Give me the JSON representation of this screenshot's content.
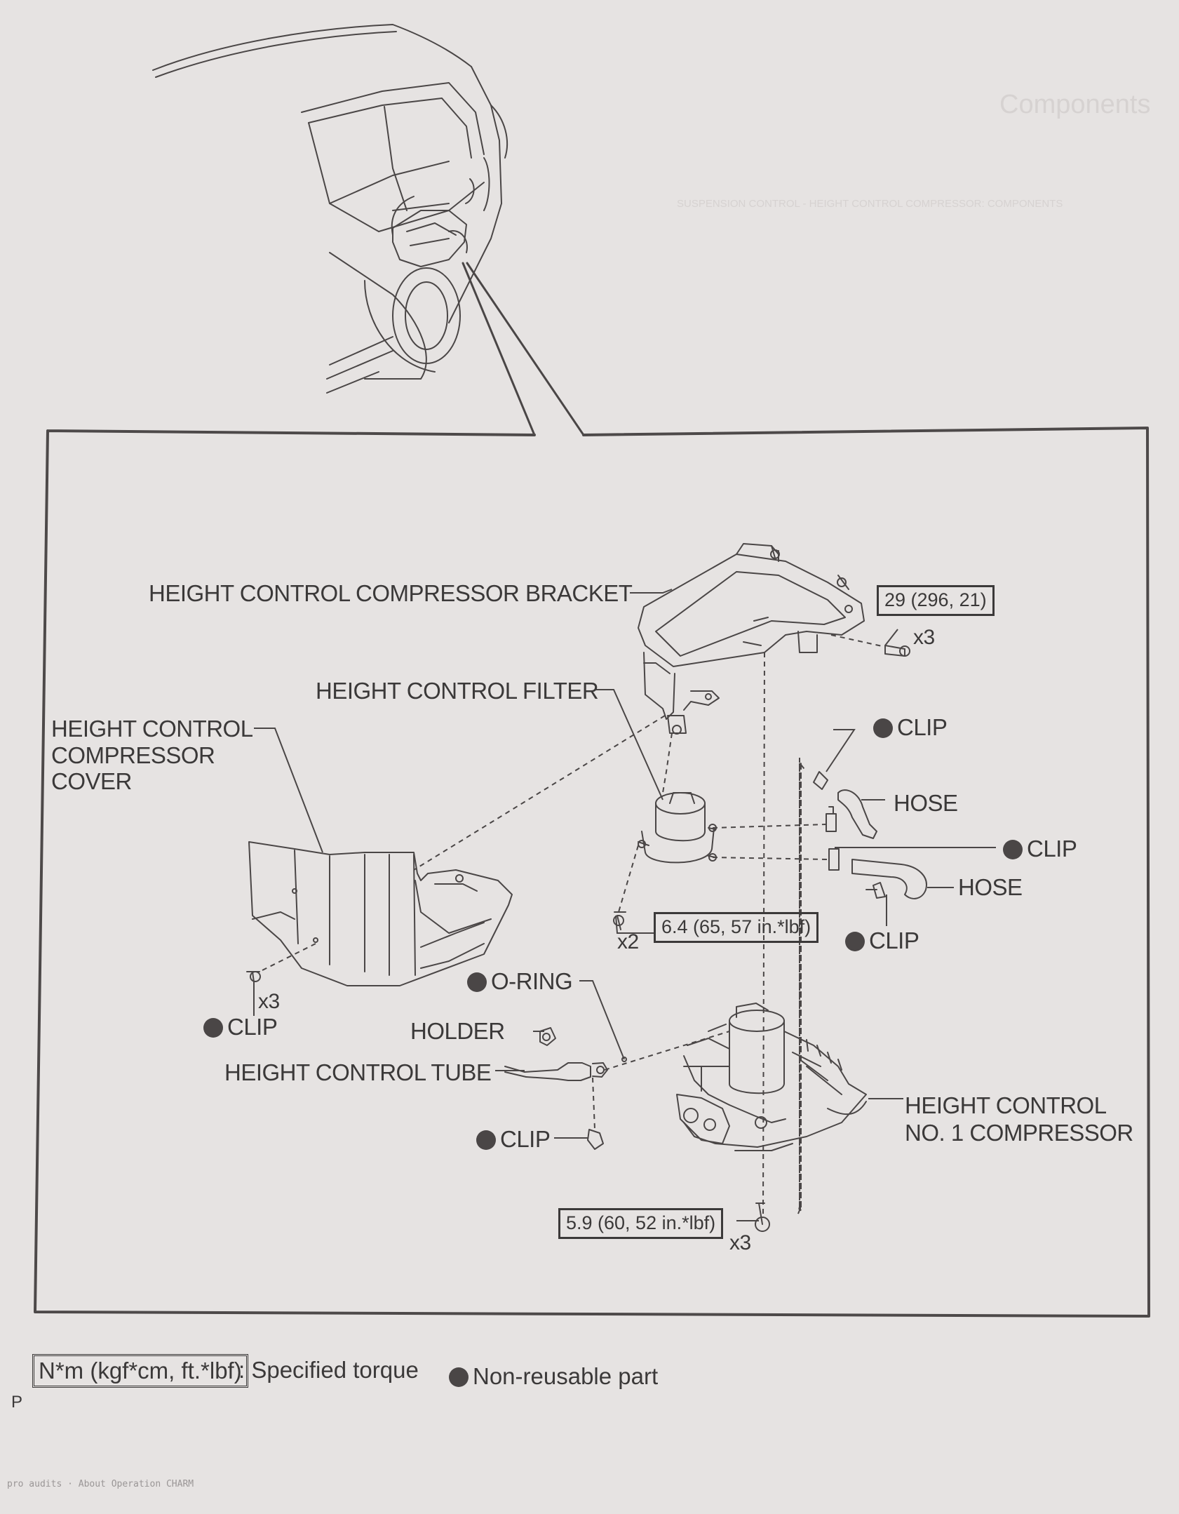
{
  "header": {
    "title": "Components",
    "breadcrumb": "SUSPENSION CONTROL - HEIGHT CONTROL COMPRESSOR: COMPONENTS"
  },
  "labels": {
    "bracket": "HEIGHT CONTROL COMPRESSOR BRACKET",
    "filter": "HEIGHT CONTROL FILTER",
    "cover_line1": "HEIGHT CONTROL",
    "cover_line2": "COMPRESSOR",
    "cover_line3": "COVER",
    "clip": "CLIP",
    "hose": "HOSE",
    "oring": "O-RING",
    "holder": "HOLDER",
    "tube": "HEIGHT CONTROL TUBE",
    "compressor_line1": "HEIGHT CONTROL",
    "compressor_line2": "NO. 1 COMPRESSOR"
  },
  "torques": {
    "bracket_bolt": "29 (296, 21)",
    "filter_bolt": "6.4 (65, 57 in.*lbf)",
    "compressor_bolt": "5.9 (60, 52 in.*lbf)"
  },
  "counts": {
    "x3": "x3",
    "x2": "x2"
  },
  "legend": {
    "torque_unit": "N*m (kgf*cm, ft.*lbf)",
    "torque_text": ": Specified torque",
    "nonreusable_text": "Non-reusable part"
  },
  "page_letter": "P",
  "footer_small": "pro audits · About Operation CHARM",
  "colors": {
    "paper": "#e6e3e2",
    "ink": "#3b3939",
    "non_reusable_dot": "#4a4646"
  }
}
